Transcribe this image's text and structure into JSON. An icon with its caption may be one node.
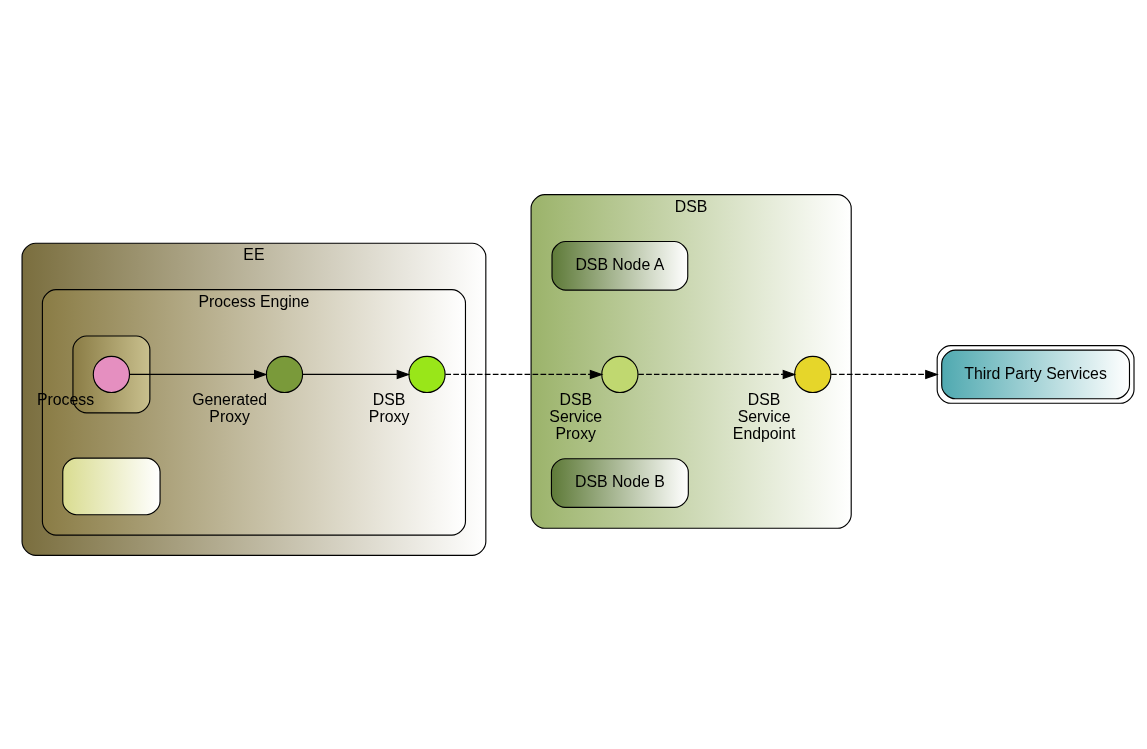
{
  "diagram": {
    "nodes": [
      {
        "text": [
          "EE"
        ]
      },
      {
        "text": [
          "Process Engine"
        ],
        "in": 0
      },
      {
        "text": [],
        "shape": "box",
        "in": 1
      },
      {
        "text": [
          "Process"
        ],
        "in": 2
      },
      {
        "text": [],
        "shape": "box",
        "in": 1
      },
      {
        "text": [
          "Generated Proxy"
        ],
        "in": 1
      },
      {
        "text": [
          "DSB Proxy"
        ],
        "in": 1
      },
      {
        "text": [
          "DSB"
        ]
      },
      {
        "text": [
          "DSB Node A"
        ],
        "in": 7
      },
      {
        "text": [
          "DSB Service Proxy"
        ],
        "in": 7
      },
      {
        "text": [
          "DSB Node B"
        ],
        "in": 7
      },
      {
        "text": [
          "DSB Service Endpoint"
        ],
        "in": 7
      },
      {
        "text": [
          "Third Party Services"
        ]
      }
    ],
    "edges": [
      {
        "from": 3,
        "to": 5,
        "arrow": "to"
      },
      {
        "from": 5,
        "to": 6,
        "arrow": "to"
      },
      {
        "from": 6,
        "to": 9,
        "arrow": "to",
        "style": "dashed"
      },
      {
        "from": 9,
        "to": 11,
        "arrow": "to",
        "style": "dashed"
      },
      {
        "from": 11,
        "to": 12,
        "arrow": "to",
        "style": "dashed"
      }
    ]
  }
}
